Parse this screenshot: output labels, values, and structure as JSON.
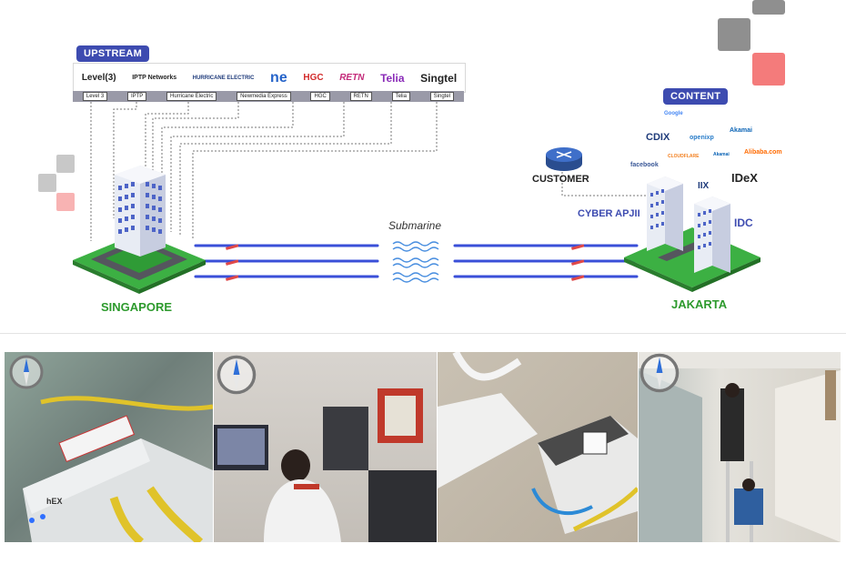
{
  "upstream": {
    "title": "UPSTREAM",
    "providers": [
      {
        "logo": "Level(3)",
        "tag": "Level 3",
        "color": "#222222"
      },
      {
        "logo": "IPTP Networks",
        "tag": "IPTP",
        "color": "#333333"
      },
      {
        "logo": "HURRICANE ELECTRIC",
        "tag": "Hurricane Electric",
        "color": "#1e3a7a"
      },
      {
        "logo": "ne",
        "tag": "Newmedia Express",
        "color": "#2563c9"
      },
      {
        "logo": "HGC",
        "tag": "HGC",
        "color": "#d22b2b"
      },
      {
        "logo": "RETN",
        "tag": "RETN",
        "color": "#c42a7a"
      },
      {
        "logo": "Telia",
        "tag": "Telia",
        "color": "#8a2cb8"
      },
      {
        "logo": "Singtel",
        "tag": "Singtel",
        "color": "#222222"
      }
    ]
  },
  "content": {
    "title": "CONTENT",
    "logos": [
      "Google",
      "CDIX",
      "openixp",
      "Akamai",
      "facebook",
      "CLOUDFLARE",
      "Akamai",
      "Alibaba.com",
      "IIX",
      "IDeX",
      "IDC"
    ]
  },
  "labels": {
    "singapore": "SINGAPORE",
    "jakarta": "JAKARTA",
    "submarine": "Submarine",
    "customer": "CUSTOMER",
    "cyber": "CYBER APJII"
  },
  "photos": [
    {
      "name": "router-photo",
      "device_text": "hEX"
    },
    {
      "name": "technician-photo"
    },
    {
      "name": "media-converter-photo"
    },
    {
      "name": "ladder-photo"
    }
  ],
  "colors": {
    "accent": "#3d4bb0",
    "city": "#2d9a2d",
    "cable": "#3a4fd8",
    "deco_gray": "#8c8c8c",
    "deco_pink": "#f47b7b"
  }
}
